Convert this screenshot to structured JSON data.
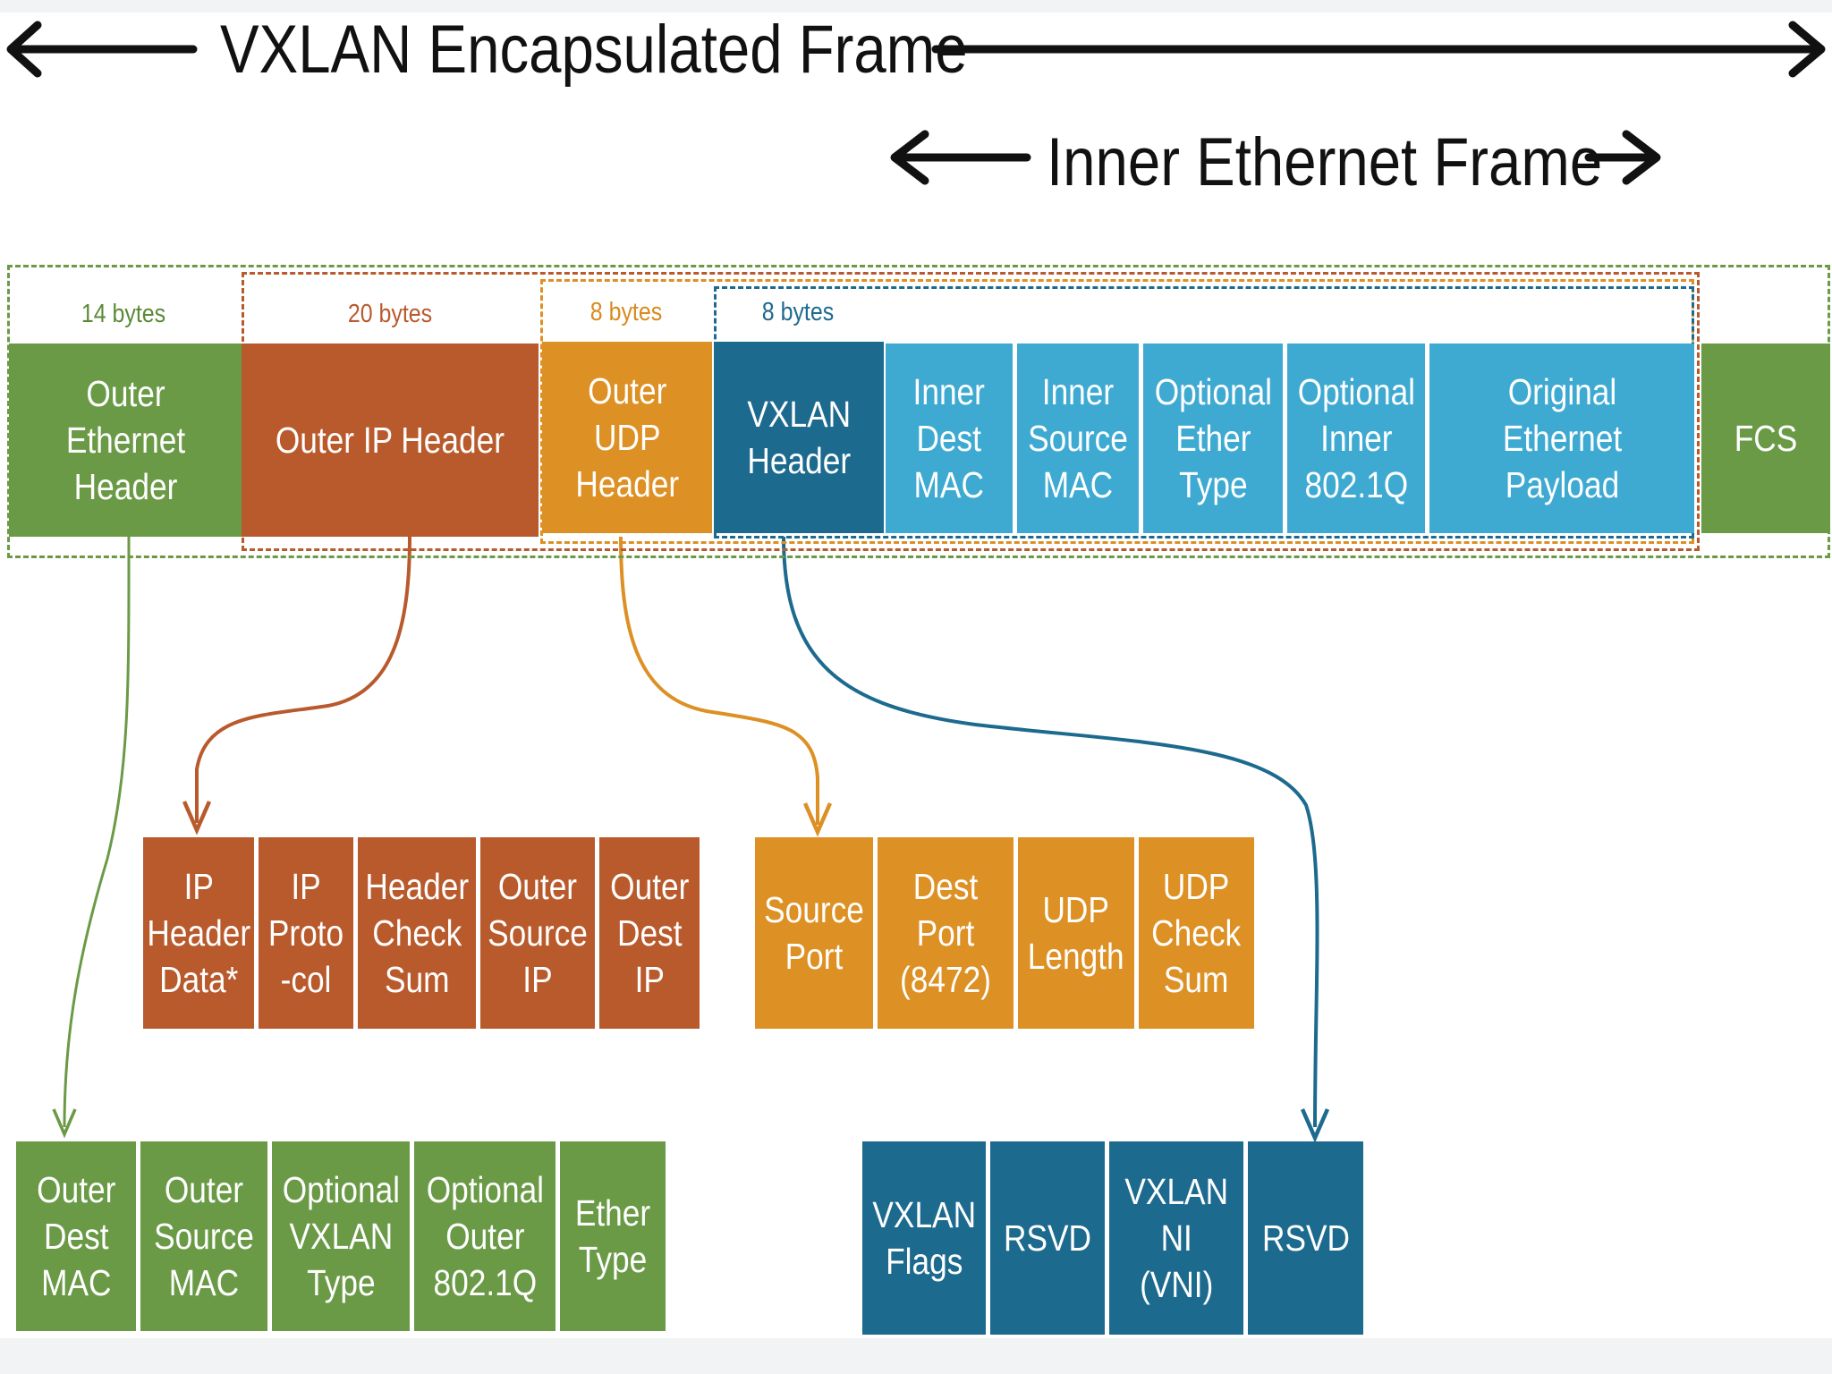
{
  "diagram": {
    "title_outer": "VXLAN Encapsulated Frame",
    "title_inner": "Inner Ethernet Frame",
    "colors": {
      "green": "#6a9a46",
      "rust": "#b95a2d",
      "orange": "#dd9024",
      "navy": "#1d6a8f",
      "sky": "#3eaad2"
    },
    "byte_labels": {
      "ethernet": "14 bytes",
      "ip": "20 bytes",
      "udp": "8 bytes",
      "vxlan": "8 bytes"
    },
    "top_row": {
      "outer_ethernet_header": "Outer\nEthernet\nHeader",
      "outer_ip_header": "Outer IP Header",
      "outer_udp_header": "Outer\nUDP\nHeader",
      "vxlan_header": "VXLAN\nHeader",
      "inner_dest_mac": "Inner\nDest\nMAC",
      "inner_source_mac": "Inner\nSource\nMAC",
      "optional_ether_type": "Optional\nEther\nType",
      "optional_inner_8021q": "Optional\nInner\n802.1Q",
      "original_ethernet_payload": "Original\nEthernet\nPayload",
      "fcs": "FCS"
    },
    "ip_fields": [
      "IP\nHeader\nData*",
      "IP\nProto\n-col",
      "Header\nCheck\nSum",
      "Outer\nSource\nIP",
      "Outer\nDest\nIP"
    ],
    "udp_fields": [
      "Source\nPort",
      "Dest Port\n(8472)",
      "UDP\nLength",
      "UDP\nCheck\nSum"
    ],
    "ethernet_fields": [
      "Outer\nDest\nMAC",
      "Outer\nSource\nMAC",
      "Optional\nVXLAN\nType",
      "Optional\nOuter\n802.1Q",
      "Ether\nType"
    ],
    "vxlan_fields": [
      "VXLAN\nFlags",
      "RSVD",
      "VXLAN\nNI\n(VNI)",
      "RSVD"
    ]
  }
}
